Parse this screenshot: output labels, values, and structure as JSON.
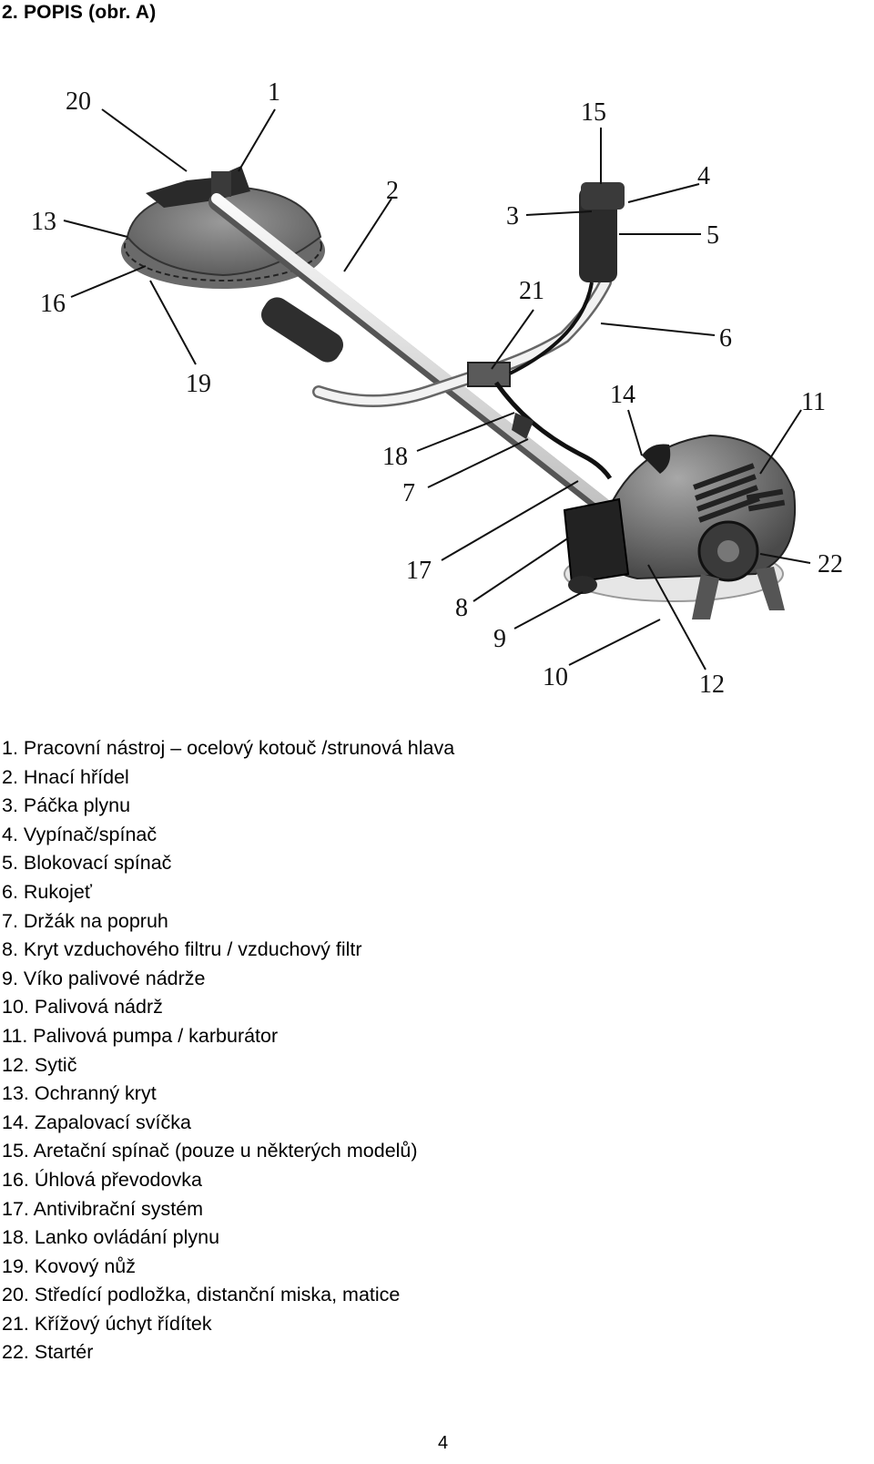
{
  "heading": "2. POPIS (obr. A)",
  "callouts": [
    "20",
    "1",
    "2",
    "15",
    "4",
    "3",
    "5",
    "13",
    "16",
    "19",
    "21",
    "6",
    "14",
    "11",
    "18",
    "7",
    "17",
    "8",
    "9",
    "10",
    "12",
    "22"
  ],
  "legend": [
    "1. Pracovní nástroj – ocelový kotouč /strunová hlava",
    "2. Hnací hřídel",
    "3. Páčka plynu",
    "4. Vypínač/spínač",
    "5. Blokovací spínač",
    "6. Rukojeť",
    "7. Držák na popruh",
    "8. Kryt vzduchového filtru / vzduchový filtr",
    "9. Víko palivové nádrže",
    "10. Palivová nádrž",
    "11. Palivová pumpa / karburátor",
    "12. Sytič",
    "13. Ochranný kryt",
    "14. Zapalovací svíčka",
    "15. Aretační spínač (pouze u některých modelů)",
    "16. Úhlová převodovka",
    "17. Antivibrační systém",
    "18. Lanko ovládání plynu",
    "19. Kovový nůž",
    "20. Středící podložka, distanční miska, matice",
    "21. Křížový úchyt řídítek",
    "22. Startér"
  ],
  "page_number": "4",
  "colors": {
    "text": "#000000",
    "background": "#ffffff",
    "drawing": "#333333"
  }
}
